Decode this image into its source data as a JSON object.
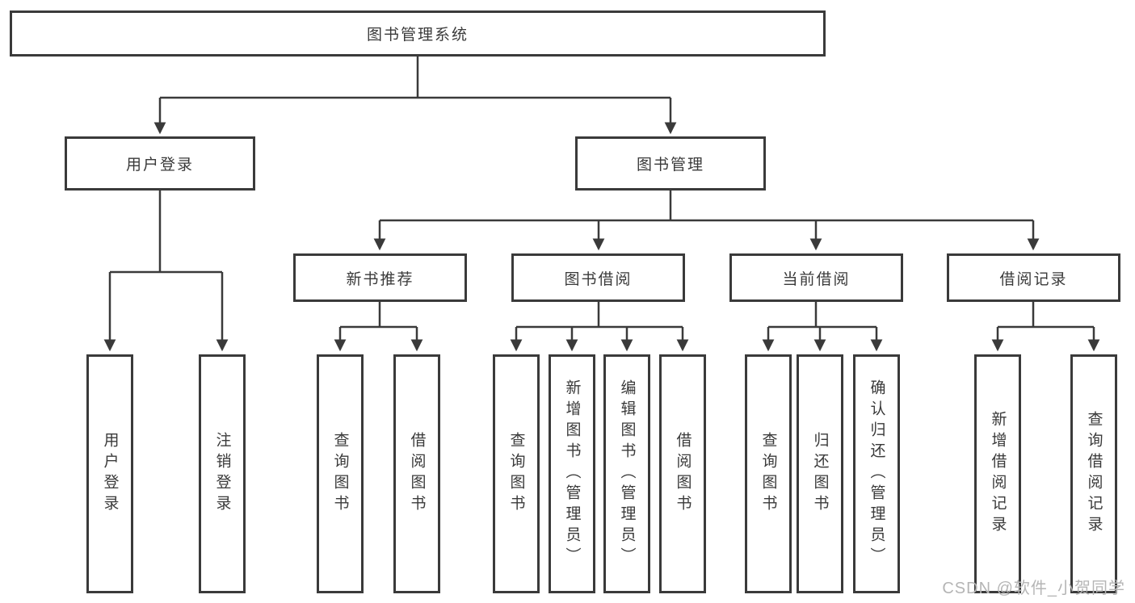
{
  "tree": {
    "root": "图书管理系统",
    "children": [
      {
        "label": "用户登录",
        "children": [
          {
            "label": "用户登录"
          },
          {
            "label": "注销登录"
          }
        ]
      },
      {
        "label": "图书管理",
        "children": [
          {
            "label": "新书推荐",
            "children": [
              {
                "label": "查询图书"
              },
              {
                "label": "借阅图书"
              }
            ]
          },
          {
            "label": "图书借阅",
            "children": [
              {
                "label": "查询图书"
              },
              {
                "label": "新增图书（管理员）"
              },
              {
                "label": "编辑图书（管理员）"
              },
              {
                "label": "借阅图书"
              }
            ]
          },
          {
            "label": "当前借阅",
            "children": [
              {
                "label": "查询图书"
              },
              {
                "label": "归还图书"
              },
              {
                "label": "确认归还（管理员）"
              }
            ]
          },
          {
            "label": "借阅记录",
            "children": [
              {
                "label": "新增借阅记录"
              },
              {
                "label": "查询借阅记录"
              }
            ]
          }
        ]
      }
    ]
  },
  "watermark": "CSDN @软件_小贺同学",
  "colors": {
    "line": "#3a3a3a",
    "text": "#3a3a3a",
    "watermark": "#b5b5b5",
    "background": "#ffffff"
  }
}
